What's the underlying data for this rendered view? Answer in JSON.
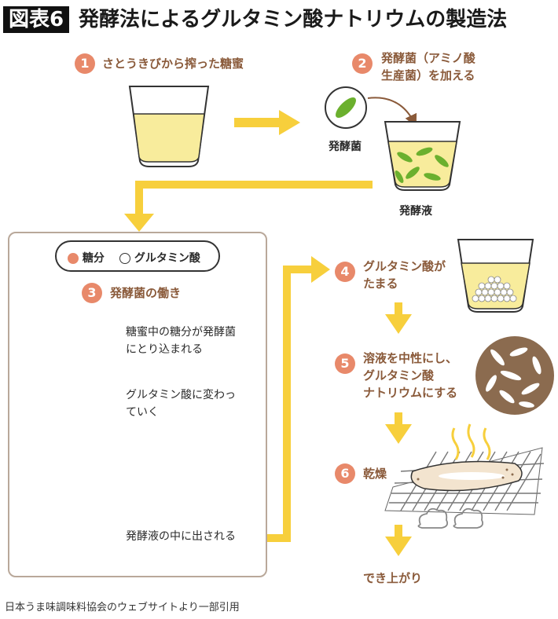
{
  "figure": {
    "label": "図表6",
    "title": "発酵法によるグルタミン酸ナトリウムの製造法"
  },
  "steps": [
    {
      "num": "1",
      "text": "さとうきびから搾った糖蜜"
    },
    {
      "num": "2",
      "line1": "発酵菌（アミノ酸",
      "line2": "生産菌）を加える"
    },
    {
      "num": "3",
      "text": "発酵菌の働き"
    },
    {
      "num": "4",
      "line1": "グルタミン酸が",
      "line2": "たまる"
    },
    {
      "num": "5",
      "line1": "溶液を中性にし、",
      "line2": "グルタミン酸",
      "line3": "ナトリウムにする"
    },
    {
      "num": "6",
      "text": "乾燥"
    }
  ],
  "labels": {
    "bacteria": "発酵菌",
    "ferment_liquid": "発酵液",
    "finished": "でき上がり"
  },
  "legend": {
    "sugar": "糖分",
    "glutamic": "グルタミン酸"
  },
  "process_notes": {
    "note1_line1": "糖蜜中の糖分が発酵菌",
    "note1_line2": "にとり込まれる",
    "note2_line1": "グルタミン酸に変わっ",
    "note2_line2": "ていく",
    "note3": "発酵液の中に出される"
  },
  "colors": {
    "accent_orange": "#e8896a",
    "arrow_yellow": "#f7cf3c",
    "bacteria_green": "#6bb02e",
    "text_brown": "#8a5a3a"
  },
  "source": "日本うま味調味料協会のウェブサイトより一部引用"
}
